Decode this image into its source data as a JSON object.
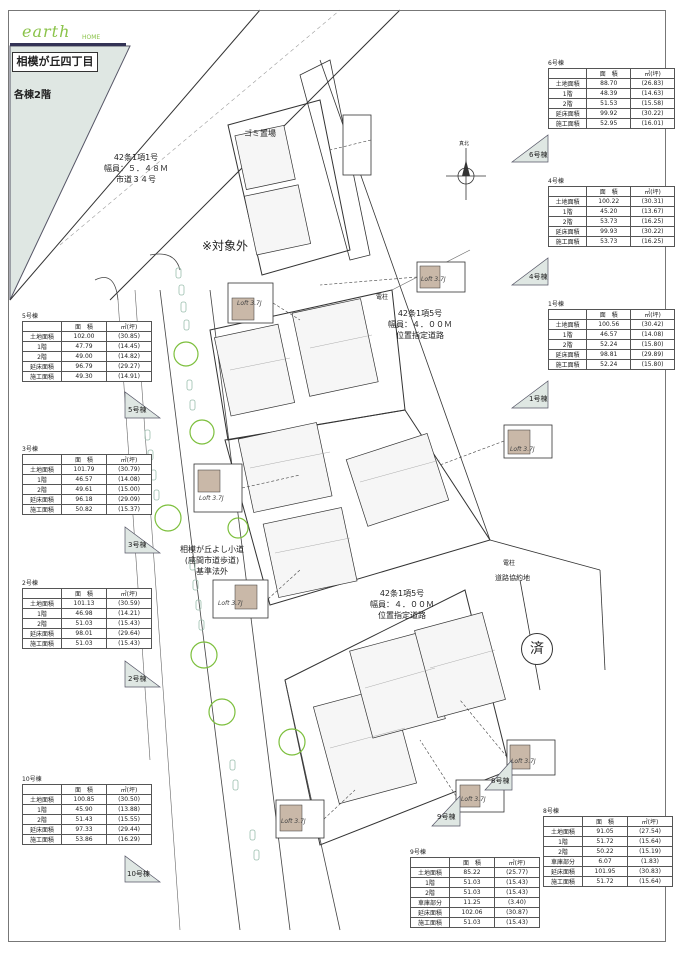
{
  "header": {
    "logo_text": "earth",
    "logo_sub": "HOME",
    "title": "相模が丘四丁目",
    "floors": "各棟2階"
  },
  "notes": {
    "target_outside": "※対象外",
    "road_north": [
      "42条1項1号",
      "幅員：５．４８Ｍ",
      "市道３４号"
    ],
    "road_middle": [
      "42条1項5号",
      "幅員：４．００Ｍ",
      "位置指定道路"
    ],
    "road_south": [
      "42条1項5号",
      "幅員：４．００Ｍ",
      "位置指定道路"
    ],
    "footpath": [
      "相模が丘よし小道",
      "(座間市道歩道)",
      "基準法外"
    ],
    "garbage": "ゴミ置場",
    "pole_1": "電柱",
    "pole_2": "電柱",
    "road_agreement": "道路協約地",
    "sold_mark": "済",
    "north": "真北"
  },
  "columns": {
    "item": "",
    "area": "面　積",
    "tsubo": "㎡(坪)"
  },
  "unit_ids": [
    "Loft 3.7J",
    "Loft 3.7J",
    "Loft 3.7J",
    "Loft 3.7J",
    "Loft 3.7J",
    "Loft 3.7J",
    "Loft 3.7J",
    "Loft 3.7J"
  ],
  "houses": [
    {
      "name": "6号棟",
      "tag": "6号棟",
      "rows": [
        [
          "土地面積",
          "88.70",
          "(26.83)"
        ],
        [
          "1階",
          "48.39",
          "(14.63)"
        ],
        [
          "2階",
          "51.53",
          "(15.58)"
        ],
        [
          "延床面積",
          "99.92",
          "(30.22)"
        ],
        [
          "施工面積",
          "52.95",
          "(16.01)"
        ]
      ]
    },
    {
      "name": "4号棟",
      "tag": "4号棟",
      "rows": [
        [
          "土地面積",
          "100.22",
          "(30.31)"
        ],
        [
          "1階",
          "45.20",
          "(13.67)"
        ],
        [
          "2階",
          "53.73",
          "(16.25)"
        ],
        [
          "延床面積",
          "99.93",
          "(30.22)"
        ],
        [
          "施工面積",
          "53.73",
          "(16.25)"
        ]
      ]
    },
    {
      "name": "1号棟",
      "tag": "1号棟",
      "rows": [
        [
          "土地面積",
          "100.56",
          "(30.42)"
        ],
        [
          "1階",
          "46.57",
          "(14.08)"
        ],
        [
          "2階",
          "52.24",
          "(15.80)"
        ],
        [
          "延床面積",
          "98.81",
          "(29.89)"
        ],
        [
          "施工面積",
          "52.24",
          "(15.80)"
        ]
      ]
    },
    {
      "name": "5号棟",
      "tag": "5号棟",
      "rows": [
        [
          "土地面積",
          "102.00",
          "(30.85)"
        ],
        [
          "1階",
          "47.79",
          "(14.45)"
        ],
        [
          "2階",
          "49.00",
          "(14.82)"
        ],
        [
          "延床面積",
          "96.79",
          "(29.27)"
        ],
        [
          "施工面積",
          "49.30",
          "(14.91)"
        ]
      ]
    },
    {
      "name": "3号棟",
      "tag": "3号棟",
      "rows": [
        [
          "土地面積",
          "101.79",
          "(30.79)"
        ],
        [
          "1階",
          "46.57",
          "(14.08)"
        ],
        [
          "2階",
          "49.61",
          "(15.00)"
        ],
        [
          "延床面積",
          "96.18",
          "(29.09)"
        ],
        [
          "施工面積",
          "50.82",
          "(15.37)"
        ]
      ]
    },
    {
      "name": "2号棟",
      "tag": "2号棟",
      "rows": [
        [
          "土地面積",
          "101.13",
          "(30.59)"
        ],
        [
          "1階",
          "46.98",
          "(14.21)"
        ],
        [
          "2階",
          "51.03",
          "(15.43)"
        ],
        [
          "延床面積",
          "98.01",
          "(29.64)"
        ],
        [
          "施工面積",
          "51.03",
          "(15.43)"
        ]
      ]
    },
    {
      "name": "10号棟",
      "tag": "10号棟",
      "rows": [
        [
          "土地面積",
          "100.85",
          "(30.50)"
        ],
        [
          "1階",
          "45.90",
          "(13.88)"
        ],
        [
          "2階",
          "51.43",
          "(15.55)"
        ],
        [
          "延床面積",
          "97.33",
          "(29.44)"
        ],
        [
          "施工面積",
          "53.86",
          "(16.29)"
        ]
      ]
    },
    {
      "name": "8号棟",
      "tag": "8号棟",
      "rows": [
        [
          "土地面積",
          "91.05",
          "(27.54)"
        ],
        [
          "1階",
          "51.72",
          "(15.64)"
        ],
        [
          "2階",
          "50.22",
          "(15.19)"
        ],
        [
          "車庫部分",
          "6.07",
          "(1.83)"
        ],
        [
          "延床面積",
          "101.95",
          "(30.83)"
        ],
        [
          "施工面積",
          "51.72",
          "(15.64)"
        ]
      ]
    },
    {
      "name": "9号棟",
      "tag": "9号棟",
      "rows": [
        [
          "土地面積",
          "85.22",
          "(25.77)"
        ],
        [
          "1階",
          "51.03",
          "(15.43)"
        ],
        [
          "2階",
          "51.03",
          "(15.43)"
        ],
        [
          "車庫部分",
          "11.25",
          "(3.40)"
        ],
        [
          "延床面積",
          "102.06",
          "(30.87)"
        ],
        [
          "施工面積",
          "51.03",
          "(15.43)"
        ]
      ]
    }
  ],
  "colors": {
    "accent_green": "#8bc34a",
    "sidebar": "#dfe7e3",
    "tree": "#7cbf3c"
  }
}
